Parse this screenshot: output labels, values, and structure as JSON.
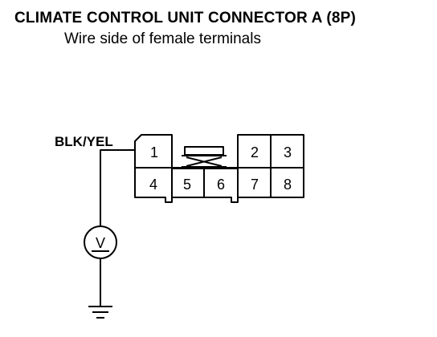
{
  "header": {
    "title": "CLIMATE CONTROL UNIT CONNECTOR A (8P)",
    "subtitle": "Wire side of female terminals"
  },
  "wire": {
    "color_label": "BLK/YEL"
  },
  "connector": {
    "pins": [
      "1",
      "2",
      "3",
      "4",
      "5",
      "6",
      "7",
      "8"
    ]
  },
  "meter": {
    "symbol": "V"
  },
  "colors": {
    "ink": "#000000",
    "background": "#ffffff"
  }
}
